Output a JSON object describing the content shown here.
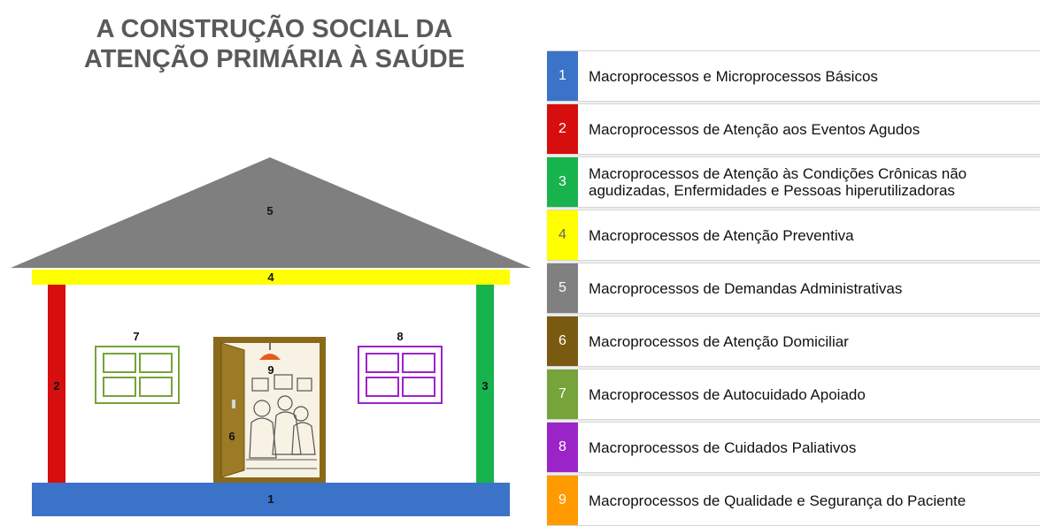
{
  "title": {
    "line1": "A CONSTRUÇÃO SOCIAL DA",
    "line2": "ATENÇÃO PRIMÁRIA À SAÚDE"
  },
  "house": {
    "roof": "5",
    "beam": "4",
    "left_pillar": "2",
    "right_pillar": "3",
    "foundation": "1",
    "door": "6",
    "door_inside": "9",
    "left_window": "7",
    "right_window": "8"
  },
  "legend": [
    {
      "num": "1",
      "label": "Macroprocessos e Microprocessos Básicos",
      "color": "#3b73c9"
    },
    {
      "num": "2",
      "label": "Macroprocessos de Atenção aos Eventos Agudos",
      "color": "#d60e0e"
    },
    {
      "num": "3",
      "label": "Macroprocessos de Atenção às Condições Crônicas não agudizadas, Enfermidades e Pessoas hiperutilizadoras",
      "color": "#17b34d"
    },
    {
      "num": "4",
      "label": "Macroprocessos de Atenção Preventiva",
      "color": "#ffff00"
    },
    {
      "num": "5",
      "label": "Macroprocessos de Demandas Administrativas",
      "color": "#808080"
    },
    {
      "num": "6",
      "label": "Macroprocessos de Atenção Domiciliar",
      "color": "#7a5a10"
    },
    {
      "num": "7",
      "label": "Macroprocessos de Autocuidado Apoiado",
      "color": "#76a33a"
    },
    {
      "num": "8",
      "label": "Macroprocessos de Cuidados Paliativos",
      "color": "#9b24c9"
    },
    {
      "num": "9",
      "label": "Macroprocessos de Qualidade e Segurança do Paciente",
      "color": "#ff9a00"
    }
  ]
}
